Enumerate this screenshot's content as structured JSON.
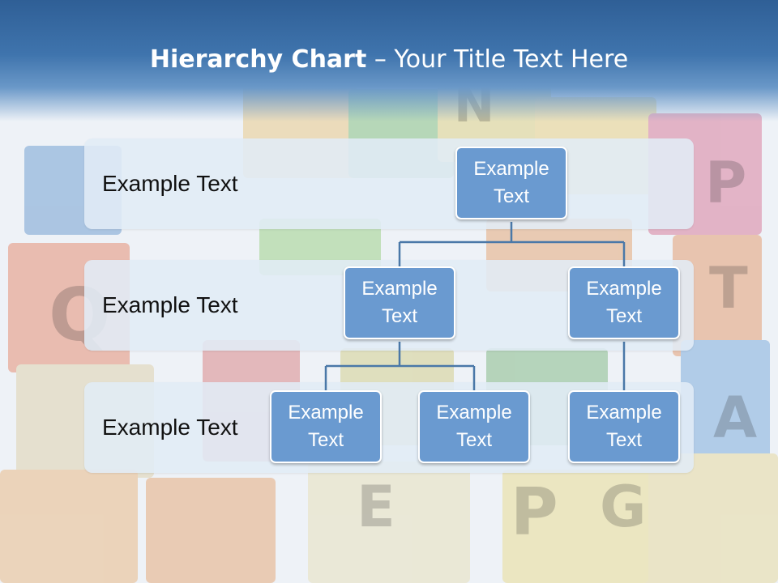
{
  "slide": {
    "title_bold": "Hierarchy Chart",
    "title_rest": " – Your Title Text Here",
    "bands": [
      {
        "label": "Example Text"
      },
      {
        "label": "Example Text"
      },
      {
        "label": "Example Text"
      }
    ],
    "nodes": {
      "root": "Example\nText",
      "level2_left": "Example\nText",
      "level2_right": "Example\nText",
      "level3_a": "Example\nText",
      "level3_b": "Example\nText",
      "level3_c": "Example\nText"
    },
    "colors": {
      "title_bar": "#3a6ca6",
      "node_fill": "#6a9ad0",
      "connector": "#4a78a8",
      "band_fill": "#e1ecf6"
    }
  }
}
